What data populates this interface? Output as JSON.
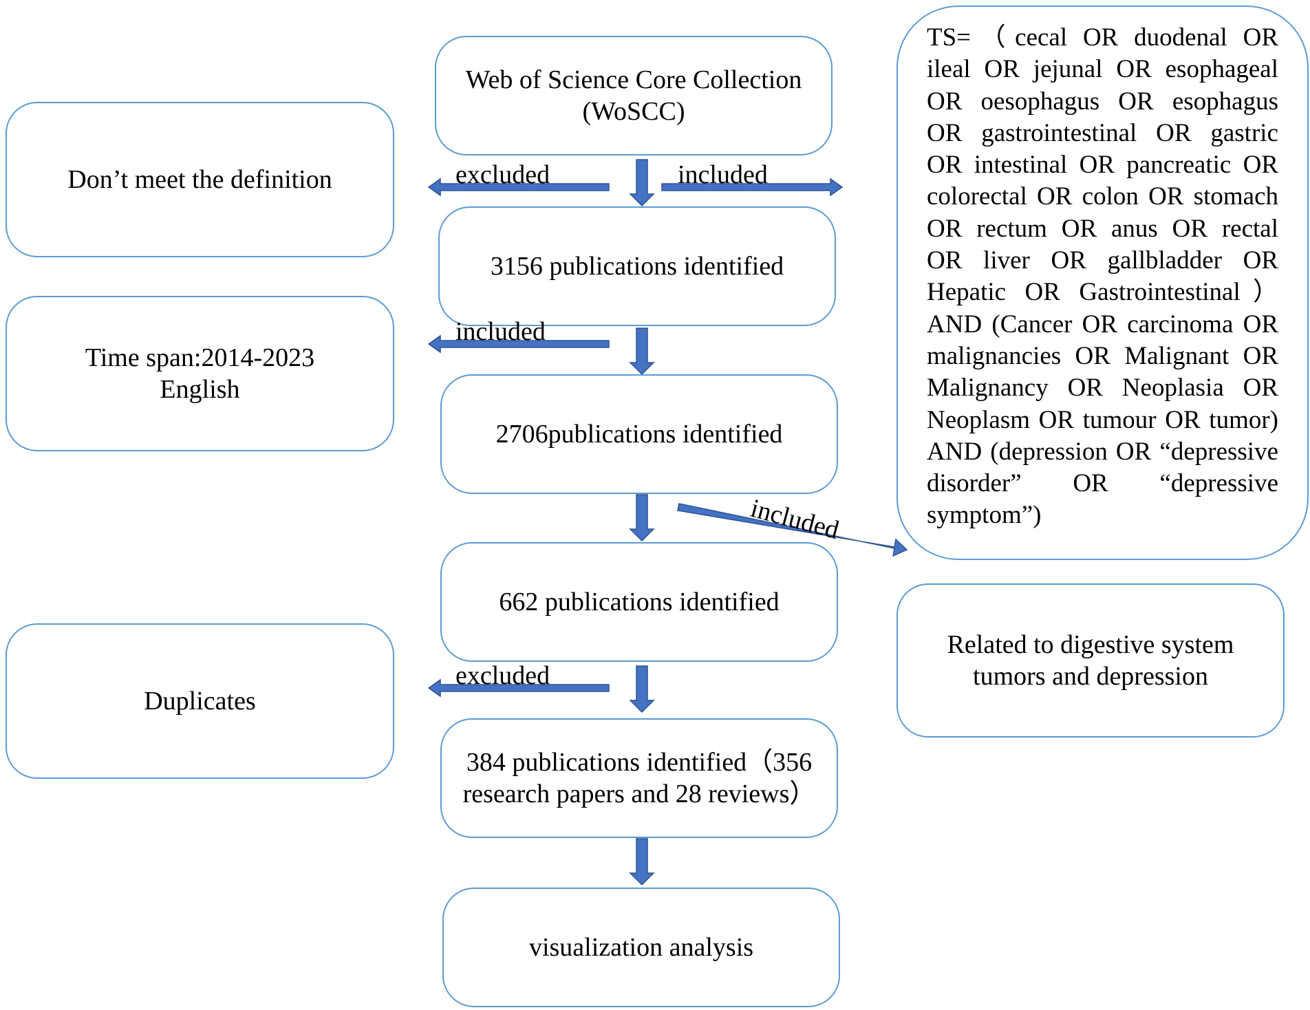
{
  "colors": {
    "box_border": "#5b9bd5",
    "arrow_fill": "#4472c4",
    "arrow_stroke": "#2f528f",
    "text": "#000000"
  },
  "main_flow": {
    "source": "Web of Science Core Collection\n(WoSCC)",
    "step1": "3156 publications identified",
    "step2": "2706publications identified",
    "step3": "662 publications identified",
    "step4": "384 publications identified（356\nresearch papers and 28 reviews）",
    "final": "visualization analysis"
  },
  "side_criteria": {
    "definition": "Don’t meet the definition",
    "time_language": "Time span:2014-2023\nEnglish",
    "duplicates": "Duplicates",
    "search_query": "TS=（cecal OR duodenal OR ileal OR jejunal OR esophageal OR oesophagus OR esophagus OR gastrointestinal OR gastric OR intestinal OR pancreatic OR colorectal OR colon OR stomach OR rectum OR anus OR rectal OR liver OR gallbladder OR Hepatic OR Gastrointestinal）AND (Cancer OR carcinoma OR malignancies OR Malignant OR Malignancy OR Neoplasia OR Neoplasm OR tumour OR tumor) AND (depression OR “depressive disorder” OR “depressive symptom”)",
    "topic": "Related to digestive system\ntumors and depression"
  },
  "arrow_labels": {
    "excluded_1": "excluded",
    "included_1": "included",
    "included_2": "included",
    "included_3": "included",
    "excluded_2": "excluded"
  }
}
